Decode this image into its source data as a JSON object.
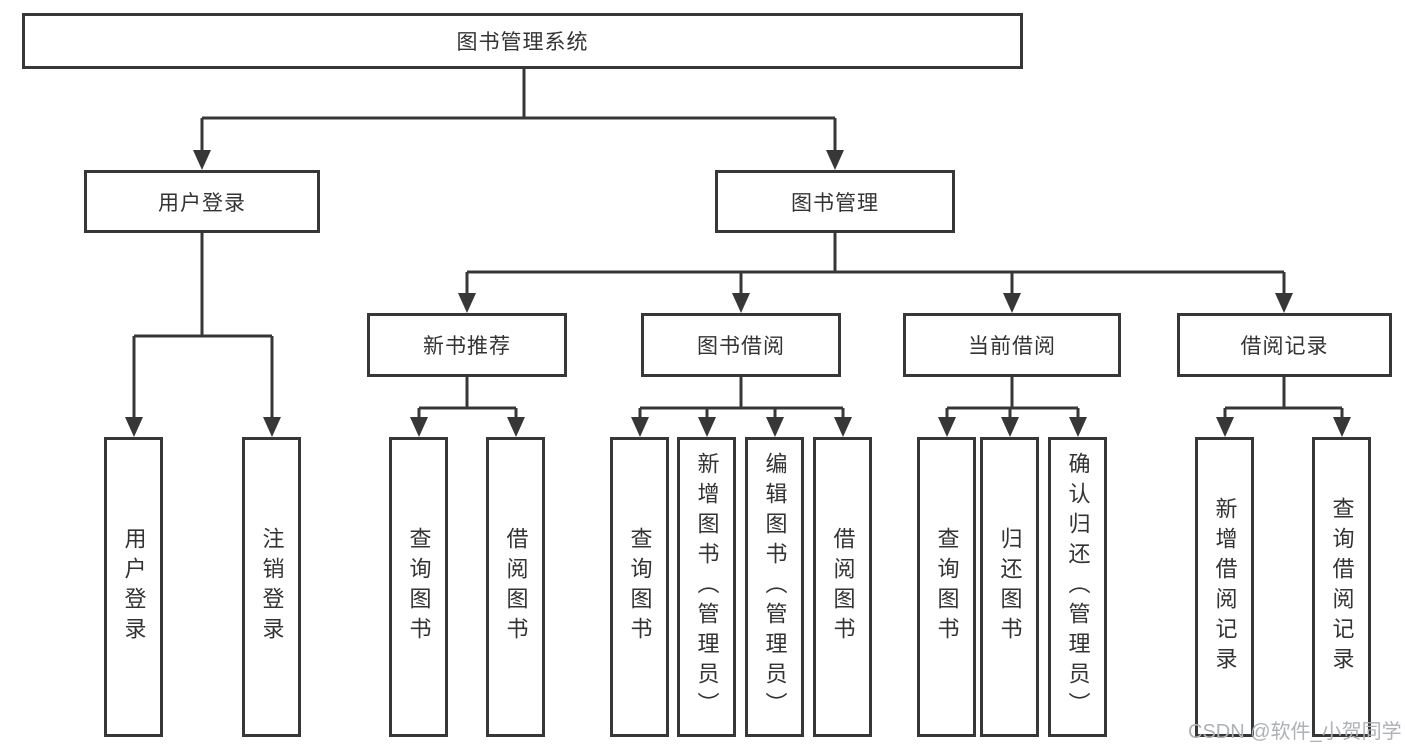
{
  "diagram": {
    "title": "图书管理系统",
    "level2": [
      {
        "label": "用户登录"
      },
      {
        "label": "图书管理"
      }
    ],
    "level3": [
      {
        "label": "新书推荐",
        "parent": "图书管理"
      },
      {
        "label": "图书借阅",
        "parent": "图书管理"
      },
      {
        "label": "当前借阅",
        "parent": "图书管理"
      },
      {
        "label": "借阅记录",
        "parent": "图书管理"
      }
    ],
    "leaves": [
      {
        "label": "用户登录",
        "parent": "用户登录"
      },
      {
        "label": "注销登录",
        "parent": "用户登录"
      },
      {
        "label": "查询图书",
        "parent": "新书推荐"
      },
      {
        "label": "借阅图书",
        "parent": "新书推荐"
      },
      {
        "label": "查询图书",
        "parent": "图书借阅"
      },
      {
        "label": "新增图书（管理员）",
        "parent": "图书借阅"
      },
      {
        "label": "编辑图书（管理员）",
        "parent": "图书借阅"
      },
      {
        "label": "借阅图书",
        "parent": "图书借阅"
      },
      {
        "label": "查询图书",
        "parent": "当前借阅"
      },
      {
        "label": "归还图书",
        "parent": "当前借阅"
      },
      {
        "label": "确认归还（管理员）",
        "parent": "当前借阅"
      },
      {
        "label": "新增借阅记录",
        "parent": "借阅记录"
      },
      {
        "label": "查询借阅记录",
        "parent": "借阅记录"
      }
    ],
    "watermark": "CSDN @软件_小贺同学",
    "colors": {
      "line": "#373737",
      "text": "#333333",
      "background": "#ffffff",
      "watermark": "#aeb1b5"
    }
  }
}
